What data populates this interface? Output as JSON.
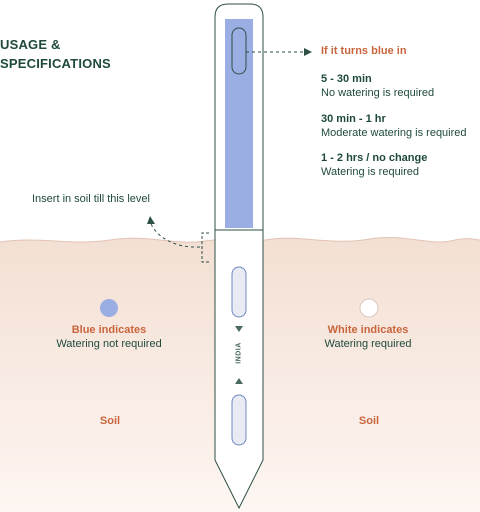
{
  "heading": {
    "line1": "USAGE &",
    "line2": "SPECIFICATIONS"
  },
  "callout": {
    "label": "If it turns blue in"
  },
  "specs": [
    {
      "time": "5 - 30 min",
      "desc": "No watering is required"
    },
    {
      "time": "30 min - 1 hr",
      "desc": "Moderate watering is required"
    },
    {
      "time": "1 - 2 hrs / no change",
      "desc": "Watering is required"
    }
  ],
  "insert_label": "Insert in soil till this level",
  "indicators": {
    "blue": {
      "title": "Blue indicates",
      "desc": "Watering not required",
      "color": "#9aaee3"
    },
    "white": {
      "title": "White indicates",
      "desc": "Watering required",
      "color": "#ffffff"
    }
  },
  "soil_labels": {
    "left": "Soil",
    "right": "Soil"
  },
  "probe": {
    "country": "INDIA"
  },
  "colors": {
    "accent_orange": "#c9653c",
    "text_green": "#1f4a3b",
    "probe_blue": "#9aaee3",
    "soil_top": "#f4e2d7",
    "soil_bottom": "#fdf5f1"
  }
}
